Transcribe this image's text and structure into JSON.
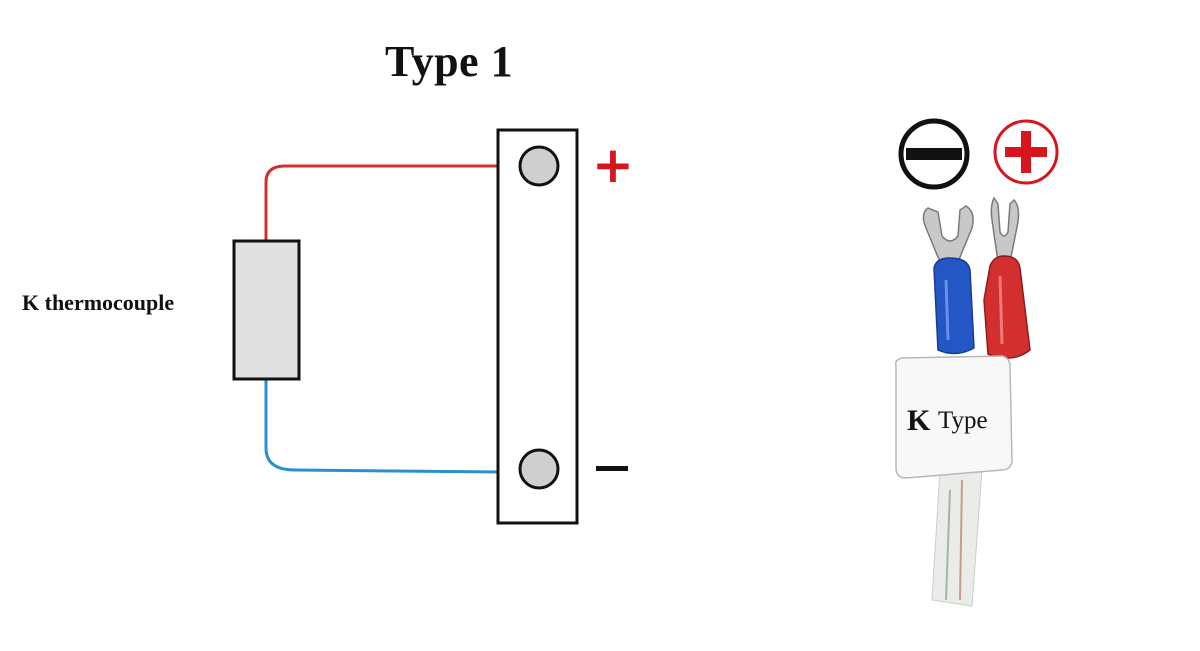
{
  "diagram": {
    "title": "Type 1",
    "component_label": "K thermocouple",
    "plus_terminal_sign": "+",
    "minus_terminal_sign": "−"
  },
  "photo": {
    "type_label_letter": "K",
    "type_label_word": "Type",
    "left_symbol": "minus-circle-icon",
    "right_symbol": "plus-circle-icon"
  },
  "colors": {
    "red_wire": "#d0312d",
    "blue_wire": "#2a8fcf",
    "terminal_fill": "#cfcfcf",
    "red_accent": "#d8141c",
    "blue_connector": "#2456c6"
  }
}
